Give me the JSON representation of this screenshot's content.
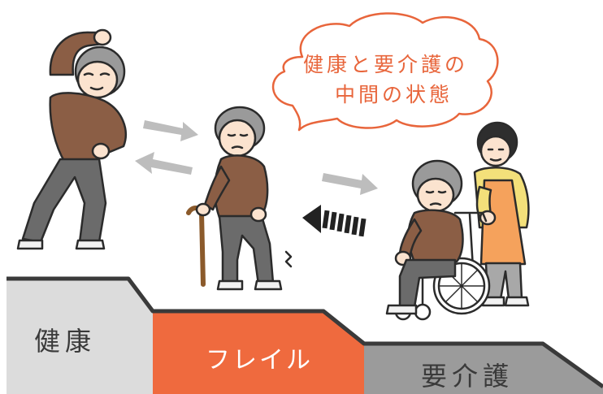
{
  "speech_bubble": {
    "line1": "健康と要介護の",
    "line2": "中間の状態"
  },
  "stages": {
    "health": "健康",
    "frailty": "フレイル",
    "care": "要介護"
  },
  "colors": {
    "health_block": "#dcdcdc",
    "frailty_block": "#ef6a3e",
    "care_block": "#9b9b9b",
    "bubble_text": "#e8653b",
    "arrow_gray": "#bdbdbd"
  }
}
